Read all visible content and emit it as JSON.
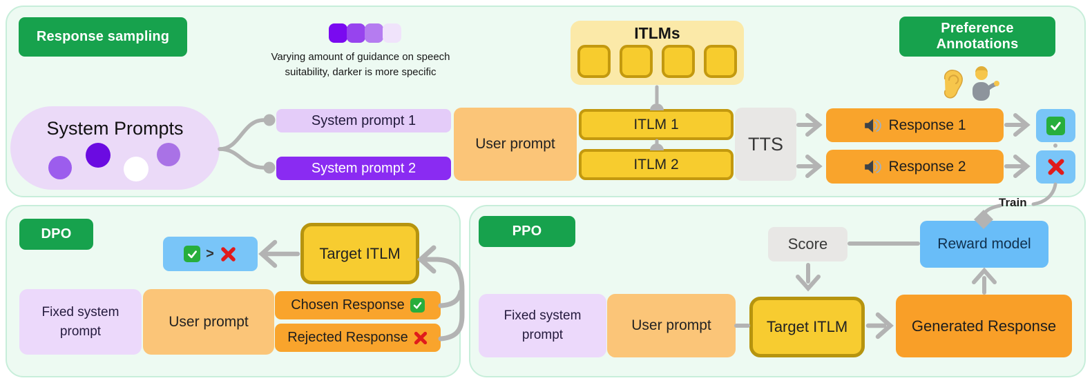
{
  "figure": {
    "sampling": {
      "badge": "Response sampling",
      "legend": {
        "caption_line1": "Varying amount of guidance on speech",
        "caption_line2": "suitability, darker is more specific",
        "swatch_colors": [
          "#7a0af0",
          "#9744ee",
          "#b57cf0",
          "#f0e3fb"
        ]
      },
      "itlms_group": {
        "title": "ITLMs",
        "model_count": 4
      },
      "system_prompts_title": "System Prompts",
      "system_prompt_1": "System prompt 1",
      "system_prompt_2": "System prompt 2",
      "user_prompt": "User prompt",
      "itlm_1": "ITLM 1",
      "itlm_2": "ITLM 2",
      "tts": "TTS",
      "response_1": "Response 1",
      "response_2": "Response 2",
      "preference_badge": "Preference Annotations",
      "train_label": "Train"
    },
    "dpo": {
      "badge": "DPO",
      "comparison_operator": ">",
      "target_itlm": "Target ITLM",
      "fixed_system_prompt": "Fixed system prompt",
      "user_prompt": "User prompt",
      "chosen_response": "Chosen Response",
      "rejected_response": "Rejected Response"
    },
    "ppo": {
      "badge": "PPO",
      "score": "Score",
      "reward_model": "Reward model",
      "fixed_system_prompt": "Fixed system prompt",
      "user_prompt": "User prompt",
      "target_itlm": "Target ITLM",
      "generated_response": "Generated Response"
    },
    "colors": {
      "badge_green": "#17a24d",
      "panel_bg": "#edfaf2",
      "panel_border": "#c7eeda",
      "prompt_lavender": "#ecd9fb",
      "system_prompt_purple": "#8a2bf2",
      "user_prompt_peach": "#fbc578",
      "itlm_yellow": "#f7cc2e",
      "itlm_border": "#c3990f",
      "itlm_container_yellow": "#fbe9a8",
      "response_orange": "#f9a42c",
      "neutral_gray_box": "#e8e7e5",
      "annotation_blue": "#79c5f8",
      "reward_blue": "#69bdf8",
      "connector_gray": "#b3b3b3",
      "check_green": "#27ae3c",
      "cross_red": "#e01b1b"
    }
  }
}
